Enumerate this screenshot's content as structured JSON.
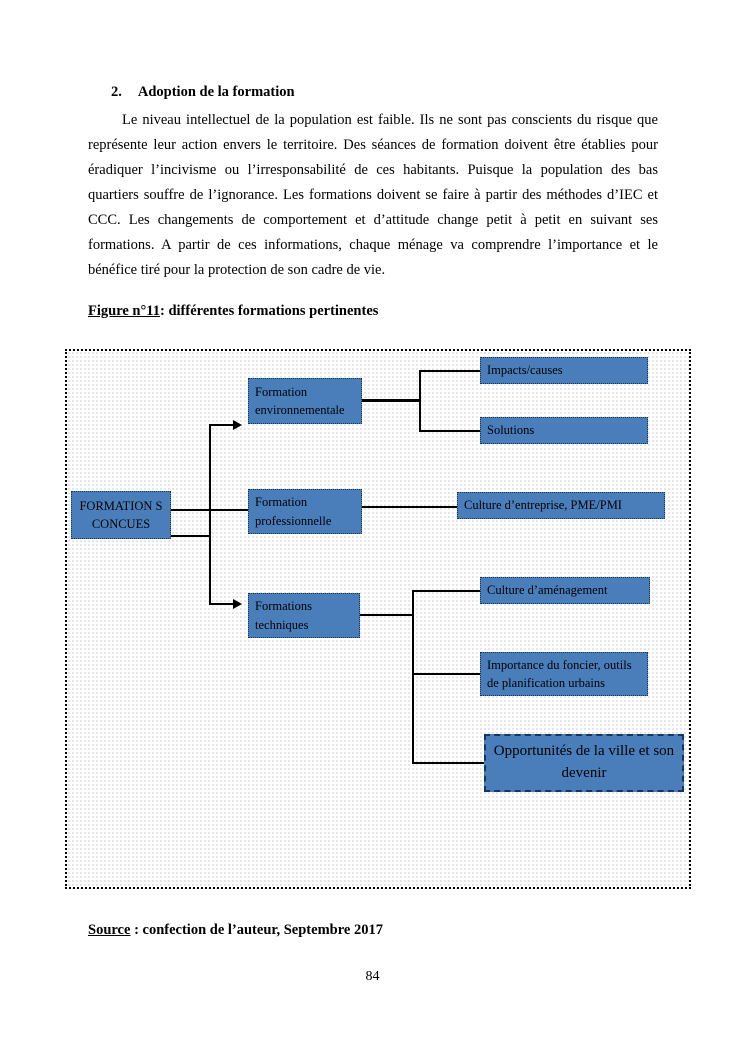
{
  "document": {
    "heading_number": "2.",
    "heading_title": "Adoption de la formation",
    "paragraph": "Le niveau intellectuel de la population est faible. Ils ne sont pas conscients du risque que représente leur action envers le territoire. Des séances de formation doivent être établies pour éradiquer l’incivisme ou l’irresponsabilité de ces habitants. Puisque la population des bas quartiers souffre de l’ignorance. Les formations doivent se faire à partir des méthodes d’IEC et CCC. Les changements de comportement et d’attitude change petit à petit en suivant ses formations. A partir de ces informations, chaque ménage va comprendre l’importance et le bénéfice tiré pour la protection de son cadre de vie.",
    "figure_label": "Figure n°11",
    "figure_caption": ": différentes formations pertinentes",
    "source_label": "Source",
    "source_text": " : confection de l’auteur, Septembre 2017",
    "page_number": "84"
  },
  "diagram": {
    "root_label": "FORMATION S CONCUES",
    "branches": [
      "Formation environnementale",
      "Formation professionnelle",
      "Formations techniques"
    ],
    "leaves": [
      "Impacts/causes",
      "Solutions",
      "Culture d’entreprise, PME/PMI",
      "Culture d’aménagement",
      "Importance du foncier, outils de planification urbains",
      "Opportunités de la ville et son devenir"
    ],
    "colors": {
      "box_fill": "#4a7ebb",
      "box_border": "#17365d",
      "line_color": "#000000",
      "page_background": "#ffffff"
    }
  }
}
